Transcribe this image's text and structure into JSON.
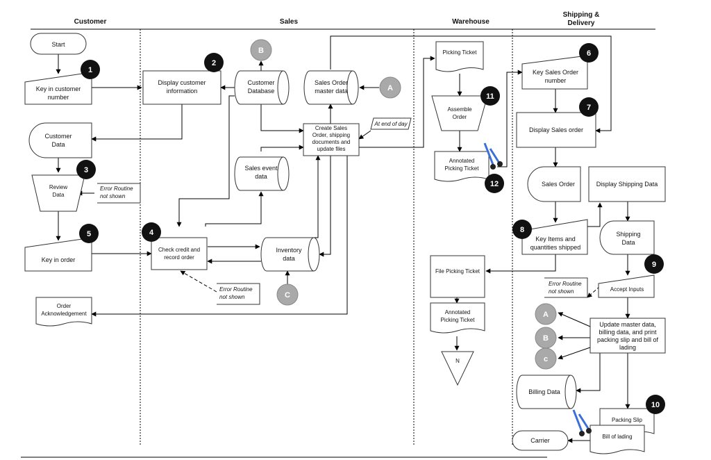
{
  "lanes": {
    "customer": "Customer",
    "sales": "Sales",
    "warehouse": "Warehouse",
    "shipping": [
      "Shipping &",
      "Delivery"
    ]
  },
  "nodes": {
    "start": "Start",
    "key_customer_number": [
      "Key in customer",
      "number"
    ],
    "display_customer_info": [
      "Display customer",
      "information"
    ],
    "customer_database": [
      "Customer",
      "Database"
    ],
    "sales_order_master": [
      "Sales Order",
      "master data"
    ],
    "customer_data": [
      "Customer",
      "Data"
    ],
    "create_sales_order": [
      "Create Sales",
      "Order, shipping",
      "documents and",
      "update files"
    ],
    "at_end_of_day": "At end of day",
    "sales_event_data": [
      "Sales event",
      "data"
    ],
    "review_data": [
      "Review",
      "Data"
    ],
    "error_routine_1": [
      "Error Routine",
      "not shown"
    ],
    "key_in_order": "Key in order",
    "check_credit": [
      "Check credit and",
      "record order"
    ],
    "inventory_data": [
      "Inventory",
      "data"
    ],
    "error_routine_2": [
      "Error Routine",
      "not shown"
    ],
    "order_acknowledgement": [
      "Order",
      "Acknowledgement"
    ],
    "picking_ticket": [
      "Picking Ticket"
    ],
    "assemble_order": [
      "Assemble",
      "Order"
    ],
    "annotated_picking_ticket_1": [
      "Annotated",
      "Picking Ticket"
    ],
    "file_picking_ticket": "File Picking Ticket",
    "annotated_picking_ticket_2": [
      "Annotated",
      "Picking Ticket"
    ],
    "file_n": "N",
    "key_sales_order_number": [
      "Key Sales Order",
      "number"
    ],
    "display_sales_order": "Display Sales order",
    "sales_order": "Sales Order",
    "display_shipping_data": "Display Shipping Data",
    "key_items": [
      "Key Items and",
      "quantities shipped"
    ],
    "shipping_data": [
      "Shipping",
      "Data"
    ],
    "error_routine_3": [
      "Error Routine",
      "not shown"
    ],
    "accept_inputs": "Accept Inputs",
    "update_master": [
      "Update master data,",
      "billing data, and print",
      "packing slip and bill of",
      "lading"
    ],
    "billing_data": "Billing Data",
    "packing_slip": "Packing Slip",
    "bill_of_lading": "Bill of lading",
    "carrier": "Carrier"
  },
  "steps": [
    "1",
    "2",
    "3",
    "4",
    "5",
    "6",
    "7",
    "8",
    "9",
    "10",
    "11",
    "12"
  ],
  "connectors": {
    "a_top": "A",
    "b_top": "B",
    "c_mid": "C",
    "a_ship": "A",
    "b_ship": "B",
    "c_ship": "c"
  },
  "colors": {
    "step_marker": "#111111",
    "connector": "#a9a9a9",
    "dolly_blue": "#3b6fd6"
  }
}
